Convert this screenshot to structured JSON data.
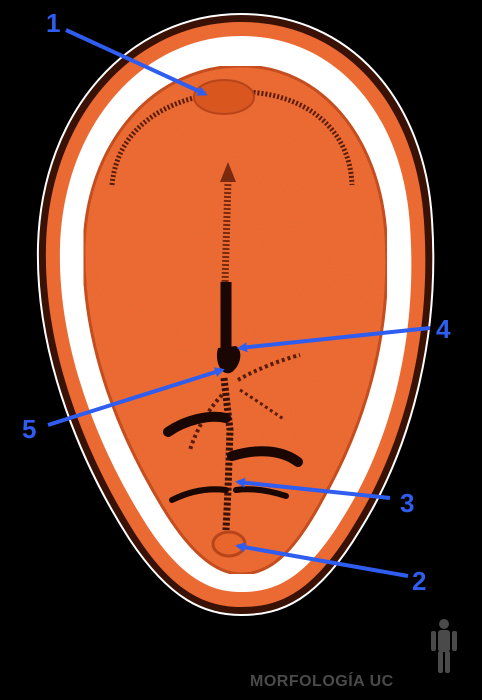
{
  "colors": {
    "background": "#000000",
    "embryo_fill": "#ef6a32",
    "embryo_dark": "#b8441a",
    "membrane_white": "#ffffff",
    "outline": "#3a1205",
    "structure_dark": "#1a0602",
    "arrow_blue": "#2f5df0",
    "watermark_gray": "#4a4a4a"
  },
  "labels": [
    "1",
    "2",
    "3",
    "4",
    "5"
  ],
  "watermark": {
    "text": "MORFOLOGÍA UC",
    "icon": "human-figure-icon"
  }
}
